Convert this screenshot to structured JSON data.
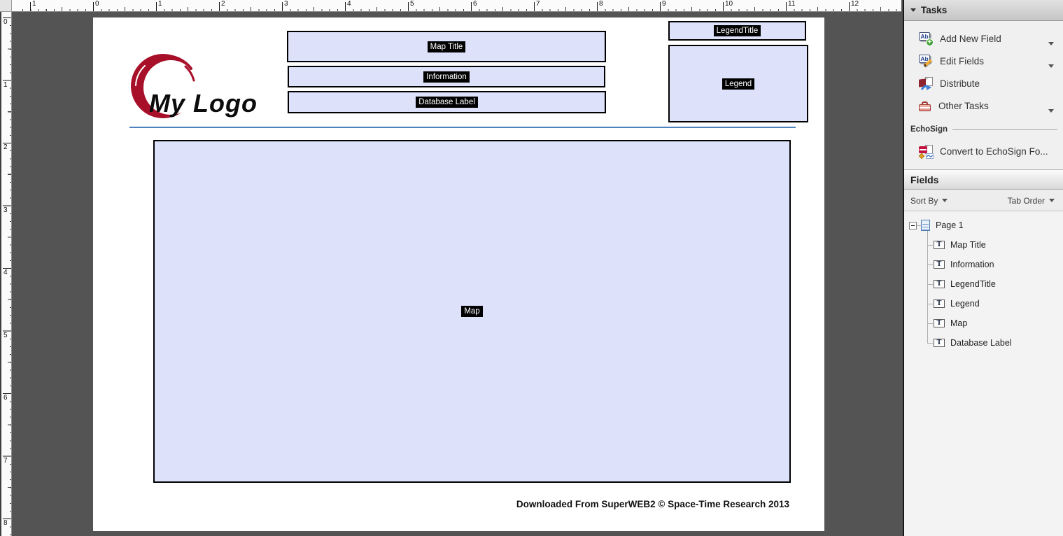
{
  "rulers": {
    "top": [
      "1",
      "0",
      "1",
      "2",
      "3",
      "4",
      "5",
      "6",
      "7",
      "8",
      "9",
      "10",
      "11",
      "12"
    ],
    "left": [
      "0",
      "1",
      "2",
      "3",
      "4",
      "5",
      "6",
      "7",
      "8"
    ]
  },
  "page": {
    "logo_text": "My Logo",
    "fields": {
      "map_title": "Map Title",
      "information": "Information",
      "database_label": "Database Label",
      "legend_title": "LegendTitle",
      "legend": "Legend",
      "map": "Map"
    },
    "footer": "Downloaded From SuperWEB2 © Space-Time Research 2013"
  },
  "panel": {
    "tasks": {
      "title": "Tasks",
      "items": [
        {
          "label": "Add New Field",
          "icon": "add-new-field-icon"
        },
        {
          "label": "Edit Fields",
          "icon": "edit-fields-icon"
        },
        {
          "label": "Distribute",
          "icon": "distribute-icon"
        },
        {
          "label": "Other Tasks",
          "icon": "other-tasks-icon"
        }
      ],
      "echosign_title": "EchoSign",
      "echosign_item": "Convert to EchoSign Fo..."
    },
    "fields_panel": {
      "title": "Fields",
      "sort_by": "Sort By",
      "tab_order": "Tab Order",
      "tree": {
        "root": "Page 1",
        "children": [
          "Map Title",
          "Information",
          "LegendTitle",
          "Legend",
          "Map",
          "Database Label"
        ]
      }
    }
  }
}
